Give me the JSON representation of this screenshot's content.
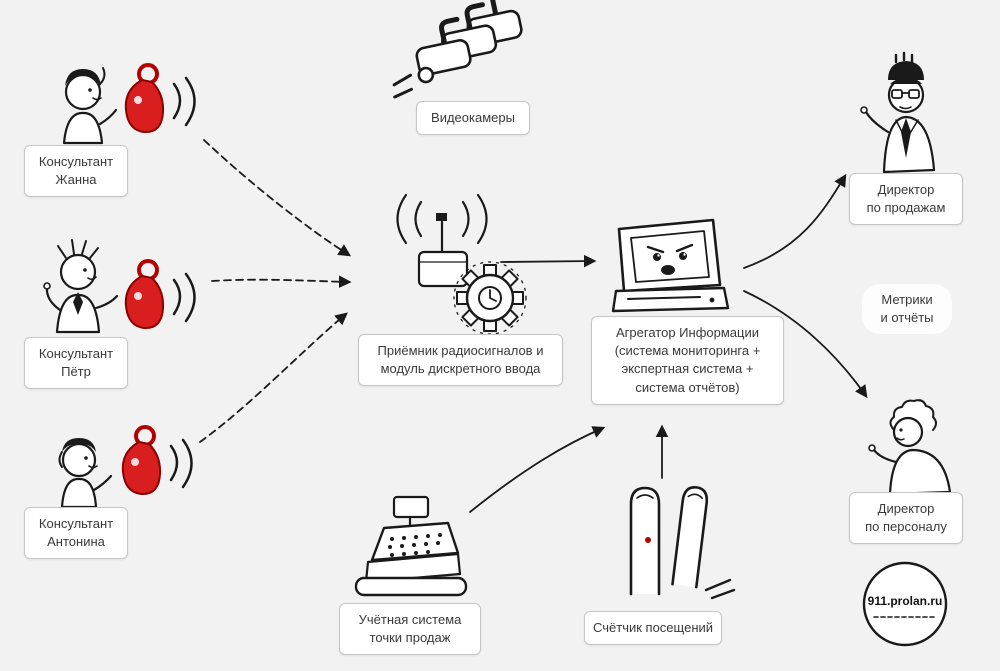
{
  "labels": {
    "consultant_zhanna": "Консультант\nЖанна",
    "consultant_petr": "Консультант\nПётр",
    "consultant_antonina": "Консультант\nАнтонина",
    "cameras": "Видеокамеры",
    "receiver": "Приёмник радиосигналов и\nмодуль дискретного ввода",
    "aggregator": "Агрегатор Информации\n(система мониторинга +\nэкспертная система +\nсистема отчётов)",
    "pos": "Учётная система\nточки продаж",
    "visitor_counter": "Счётчик посещений",
    "director_sales": "Директор\nпо продажам",
    "director_hr": "Директор\nпо персоналу",
    "metrics": "Метрики\nи отчёты",
    "logo": "911.prolan.ru"
  },
  "connections": [
    {
      "from": "consultant_zhanna",
      "to": "receiver",
      "style": "dashed"
    },
    {
      "from": "consultant_petr",
      "to": "receiver",
      "style": "dashed"
    },
    {
      "from": "consultant_antonina",
      "to": "receiver",
      "style": "dashed"
    },
    {
      "from": "receiver",
      "to": "aggregator",
      "style": "solid"
    },
    {
      "from": "pos",
      "to": "aggregator",
      "style": "solid"
    },
    {
      "from": "visitor_counter",
      "to": "aggregator",
      "style": "solid"
    },
    {
      "from": "aggregator",
      "to": "director_sales",
      "style": "solid"
    },
    {
      "from": "aggregator",
      "to": "director_hr",
      "style": "solid"
    }
  ],
  "icons": [
    "woman-consultant-icon",
    "man-consultant-icon",
    "woman-consultant-icon",
    "radio-keyfob-icon",
    "video-cameras-icon",
    "radio-receiver-icon",
    "gear-clock-icon",
    "angry-computer-icon",
    "cash-register-icon",
    "fingers-counter-icon",
    "director-man-icon",
    "director-woman-icon",
    "logo-circle-icon"
  ],
  "colors": {
    "background": "#f2f2f2",
    "accent_red": "#d81e1e",
    "ink": "#1a1a1a",
    "box_bg": "#ffffff",
    "box_border": "#c6c6c6",
    "text": "#3a3a3a"
  }
}
